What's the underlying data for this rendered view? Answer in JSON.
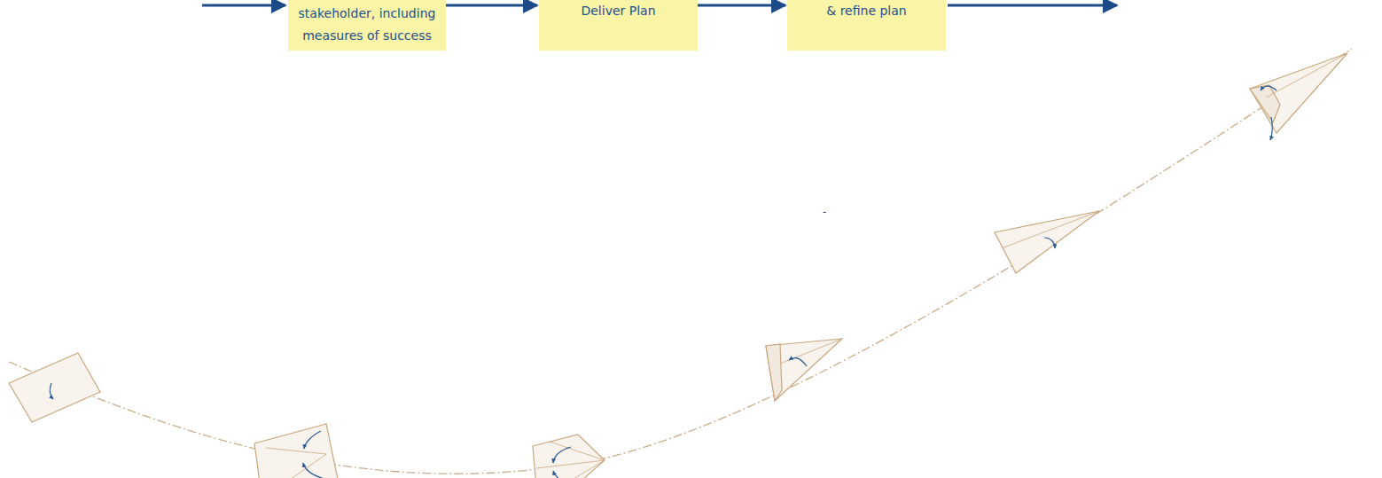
{
  "diagram": {
    "nodes": [
      {
        "text": [
          "stakeholder, including measures of success"
        ]
      },
      {
        "text": [
          "Deliver Plan"
        ]
      },
      {
        "text": [
          "& refine plan"
        ]
      }
    ],
    "edges": [
      {
        "from": 0,
        "to": 1,
        "arrow": "to"
      },
      {
        "from": 1,
        "to": 2,
        "arrow": "to"
      }
    ],
    "labels": [
      "-"
    ]
  }
}
